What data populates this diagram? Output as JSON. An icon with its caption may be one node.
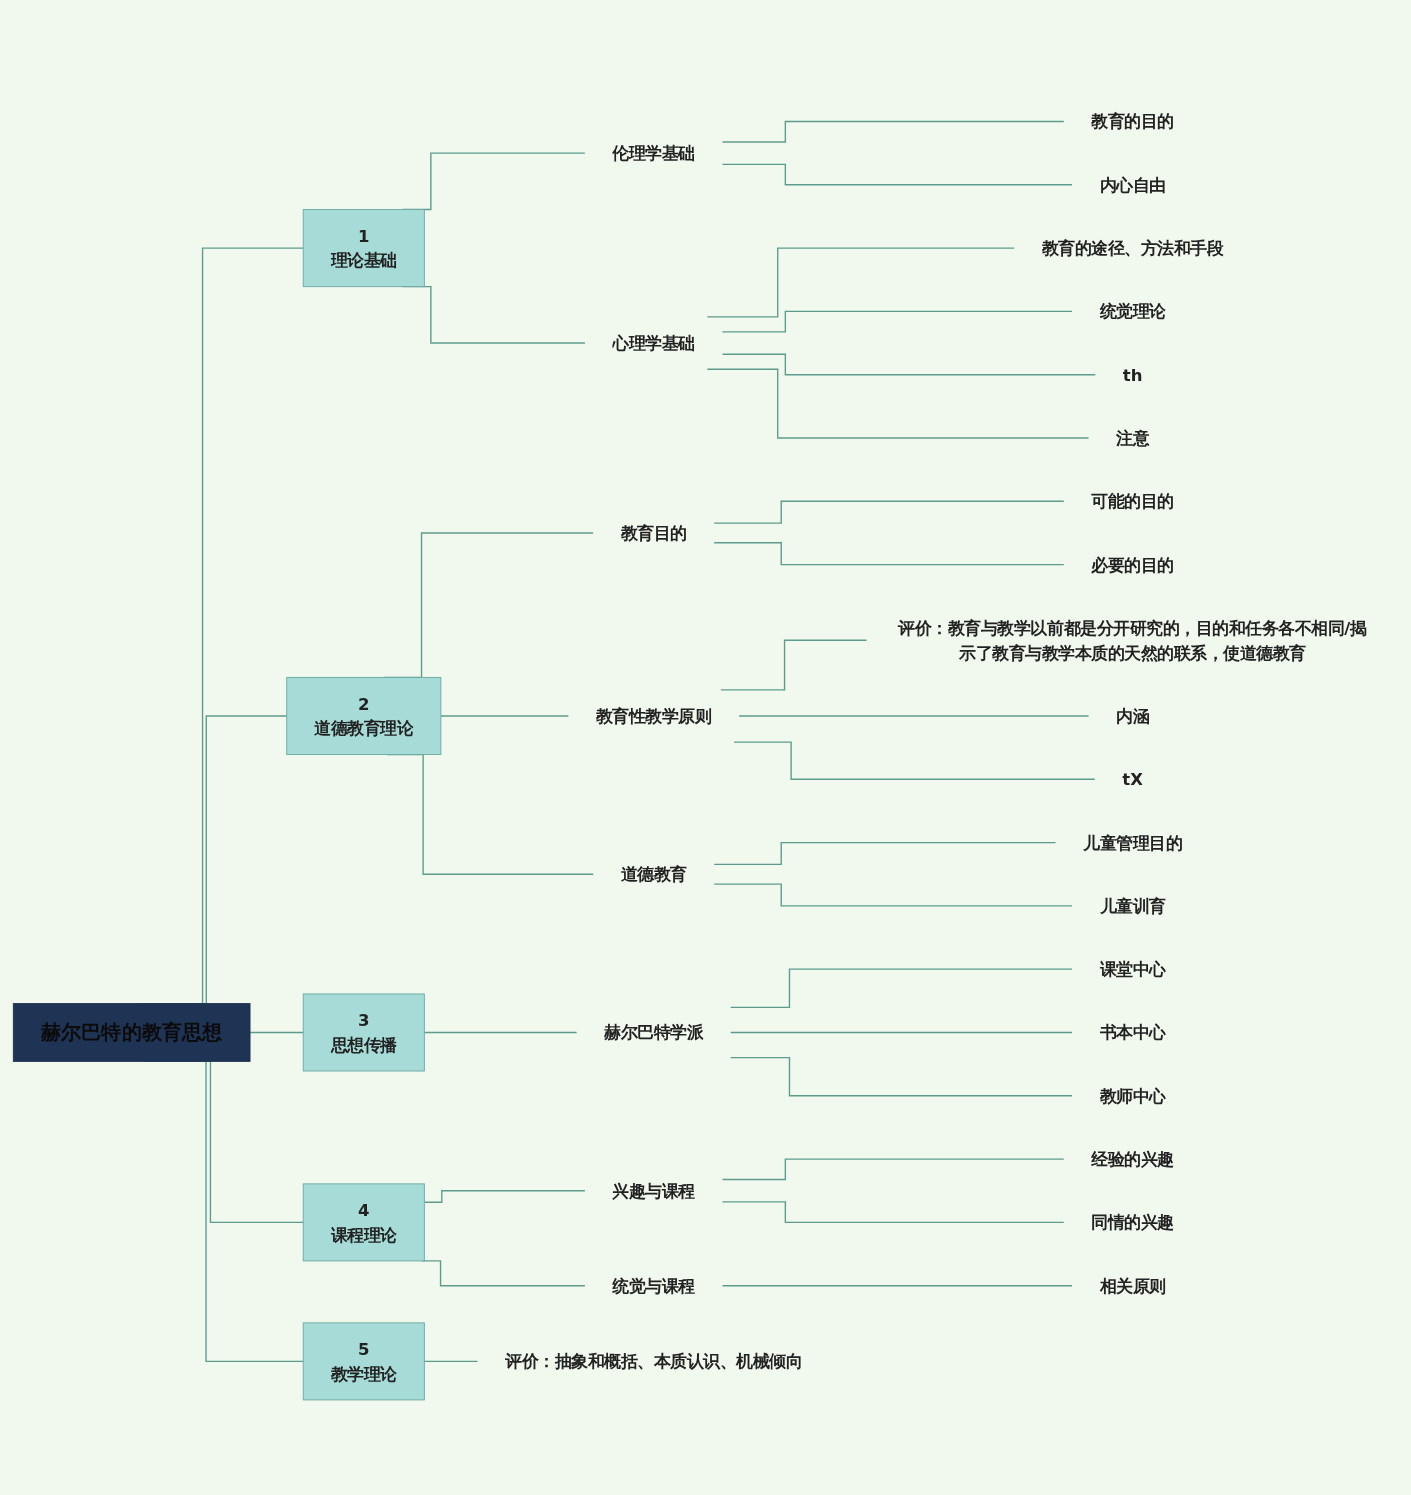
{
  "diagram": {
    "nodes": [
      {
        "text": [
          "赫尔巴特的教育思想"
        ]
      },
      {
        "text": [
          "1",
          "理论基础"
        ]
      },
      {
        "text": [
          "伦理学基础"
        ]
      },
      {
        "text": [
          "教育的目的"
        ]
      },
      {
        "text": [
          "内心自由"
        ]
      },
      {
        "text": [
          "心理学基础"
        ]
      },
      {
        "text": [
          "教育的途径、方法和手段"
        ]
      },
      {
        "text": [
          "统觉理论"
        ]
      },
      {
        "text": [
          "th"
        ]
      },
      {
        "text": [
          "注意"
        ]
      },
      {
        "text": [
          "2",
          "道德教育理论"
        ]
      },
      {
        "text": [
          "教育目的"
        ]
      },
      {
        "text": [
          "可能的目的"
        ]
      },
      {
        "text": [
          "必要的目的"
        ]
      },
      {
        "text": [
          "教育性教学原则"
        ]
      },
      {
        "text": [
          "评价：教育与教学以前都是分开研究的，目的和任务各不相同/揭示了教育与教学本质的天然的联系，使道德教育"
        ]
      },
      {
        "text": [
          "内涵"
        ]
      },
      {
        "text": [
          "tX"
        ]
      },
      {
        "text": [
          "道德教育"
        ]
      },
      {
        "text": [
          "儿童管理目的"
        ]
      },
      {
        "text": [
          "儿童训育"
        ]
      },
      {
        "text": [
          "3",
          "思想传播"
        ]
      },
      {
        "text": [
          "赫尔巴特学派"
        ]
      },
      {
        "text": [
          "课堂中心"
        ]
      },
      {
        "text": [
          "书本中心"
        ]
      },
      {
        "text": [
          "教师中心"
        ]
      },
      {
        "text": [
          "4",
          "课程理论"
        ]
      },
      {
        "text": [
          "兴趣与课程"
        ]
      },
      {
        "text": [
          "经验的兴趣"
        ]
      },
      {
        "text": [
          "同情的兴趣"
        ]
      },
      {
        "text": [
          "统觉与课程"
        ]
      },
      {
        "text": [
          "相关原则"
        ]
      },
      {
        "text": [
          "5",
          "教学理论"
        ]
      },
      {
        "text": [
          "评价：抽象和概括、本质认识、机械倾向"
        ]
      }
    ],
    "edges": [
      {
        "from": 0,
        "to": 1,
        "arrow": "none"
      },
      {
        "from": 1,
        "to": 2,
        "arrow": "none"
      },
      {
        "from": 2,
        "to": 3,
        "arrow": "none"
      },
      {
        "from": 2,
        "to": 4,
        "arrow": "none"
      },
      {
        "from": 1,
        "to": 5,
        "arrow": "none"
      },
      {
        "from": 5,
        "to": 6,
        "arrow": "none"
      },
      {
        "from": 5,
        "to": 7,
        "arrow": "none"
      },
      {
        "from": 5,
        "to": 8,
        "arrow": "none"
      },
      {
        "from": 5,
        "to": 9,
        "arrow": "none"
      },
      {
        "from": 0,
        "to": 10,
        "arrow": "none"
      },
      {
        "from": 10,
        "to": 11,
        "arrow": "none"
      },
      {
        "from": 11,
        "to": 12,
        "arrow": "none"
      },
      {
        "from": 11,
        "to": 13,
        "arrow": "none"
      },
      {
        "from": 10,
        "to": 14,
        "arrow": "none"
      },
      {
        "from": 14,
        "to": 15,
        "arrow": "none"
      },
      {
        "from": 14,
        "to": 16,
        "arrow": "none"
      },
      {
        "from": 14,
        "to": 17,
        "arrow": "none"
      },
      {
        "from": 10,
        "to": 18,
        "arrow": "none"
      },
      {
        "from": 18,
        "to": 19,
        "arrow": "none"
      },
      {
        "from": 18,
        "to": 20,
        "arrow": "none"
      },
      {
        "from": 0,
        "to": 21,
        "arrow": "none"
      },
      {
        "from": 21,
        "to": 22,
        "arrow": "none"
      },
      {
        "from": 22,
        "to": 23,
        "arrow": "none"
      },
      {
        "from": 22,
        "to": 24,
        "arrow": "none"
      },
      {
        "from": 22,
        "to": 25,
        "arrow": "none"
      },
      {
        "from": 0,
        "to": 26,
        "arrow": "none"
      },
      {
        "from": 26,
        "to": 27,
        "arrow": "none"
      },
      {
        "from": 27,
        "to": 28,
        "arrow": "none"
      },
      {
        "from": 27,
        "to": 29,
        "arrow": "none"
      },
      {
        "from": 26,
        "to": 30,
        "arrow": "none"
      },
      {
        "from": 30,
        "to": 31,
        "arrow": "none"
      },
      {
        "from": 0,
        "to": 32,
        "arrow": "none"
      },
      {
        "from": 32,
        "to": 33,
        "arrow": "none"
      }
    ]
  }
}
